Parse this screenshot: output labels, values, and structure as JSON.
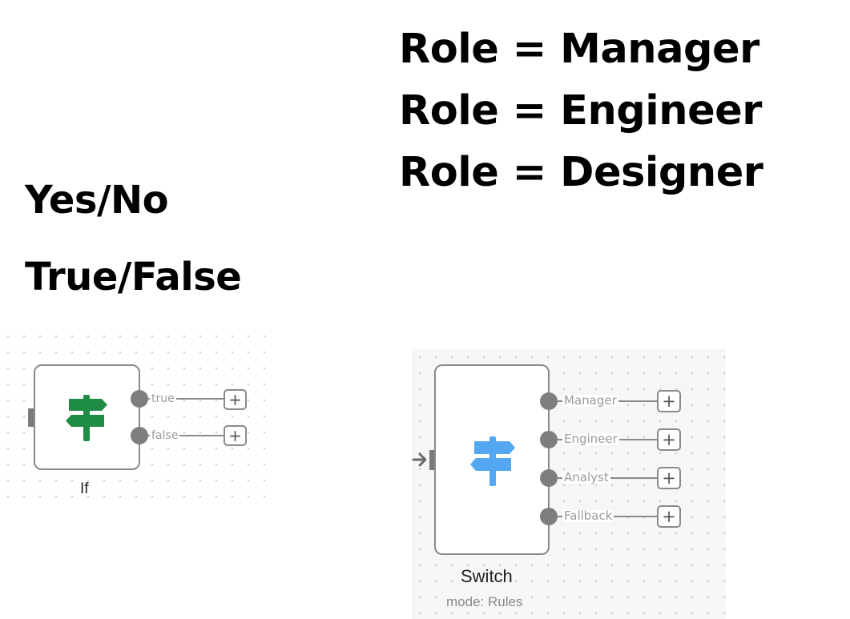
{
  "headings_left": [
    "Yes/No",
    "True/False"
  ],
  "headings_right": [
    "Role = Manager",
    "Role = Engineer",
    "Role = Designer"
  ],
  "if_node": {
    "title": "If",
    "icon": "signpost-icon",
    "icon_color": "#1e8c45",
    "outputs": [
      {
        "label": "true",
        "button": "+"
      },
      {
        "label": "false",
        "button": "+"
      }
    ]
  },
  "switch_node": {
    "title": "Switch",
    "subtitle": "mode: Rules",
    "icon": "signpost-icon",
    "icon_color": "#54a8f2",
    "outputs": [
      {
        "label": "Manager",
        "button": "+"
      },
      {
        "label": "Engineer",
        "button": "+"
      },
      {
        "label": "Analyst",
        "button": "+"
      },
      {
        "label": "Fallback",
        "button": "+"
      }
    ]
  }
}
